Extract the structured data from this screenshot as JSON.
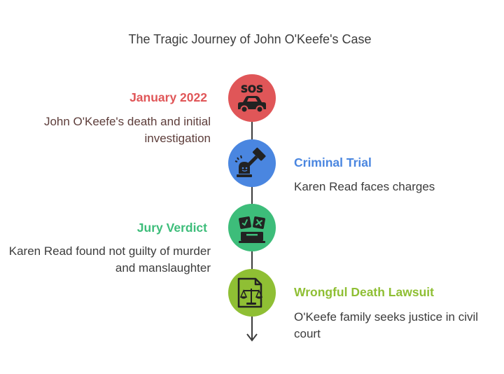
{
  "title": "The Tragic Journey of John O'Keefe's Case",
  "colors": {
    "red": "#e05658",
    "blue": "#4a86e0",
    "green": "#3dbd7a",
    "olive": "#8fbf34",
    "dark": "#3c3c3c",
    "sub_left": "#5d3d3a"
  },
  "events": [
    {
      "icon": "sos-car-icon",
      "heading": "January 2022",
      "description": "John O'Keefe's death and initial investigation"
    },
    {
      "icon": "gavel-icon",
      "heading": "Criminal Trial",
      "description": "Karen Read faces charges"
    },
    {
      "icon": "ballot-box-icon",
      "heading": "Jury Verdict",
      "description": "Karen Read found not guilty of murder and manslaughter"
    },
    {
      "icon": "legal-document-scales-icon",
      "heading": "Wrongful Death Lawsuit",
      "description": "O'Keefe family seeks justice in civil court"
    }
  ]
}
